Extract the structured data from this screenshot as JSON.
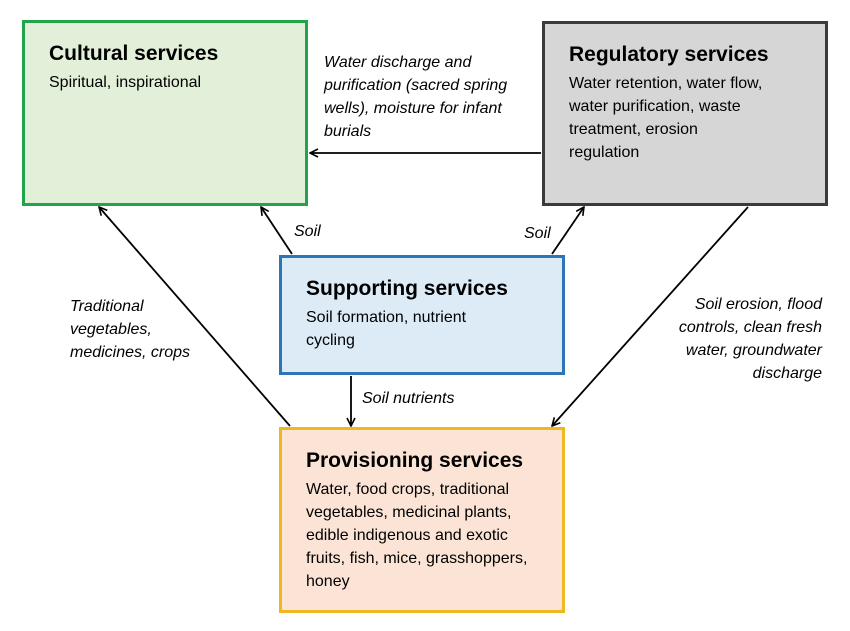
{
  "boxes": {
    "cultural": {
      "title": "Cultural services",
      "desc": "Spiritual, inspirational"
    },
    "regulatory": {
      "title": "Regulatory services",
      "desc": "Water retention, water flow, water purification, waste treatment, erosion regulation"
    },
    "supporting": {
      "title": "Supporting services",
      "desc": "Soil formation, nutrient cycling"
    },
    "provisioning": {
      "title": "Provisioning services",
      "desc": "Water, food crops, traditional vegetables, medicinal plants, edible indigenous and exotic fruits, fish, mice, grasshoppers, honey"
    }
  },
  "links": {
    "regulatory_to_cultural": "Water discharge and purification (sacred spring wells), moisture for infant burials",
    "supporting_to_cultural": "Soil",
    "supporting_to_regulatory": "Soil",
    "provisioning_to_cultural": "Traditional vegetables, medicines, crops",
    "regulatory_to_provisioning": "Soil erosion, flood controls, clean fresh water, groundwater discharge",
    "supporting_to_provisioning": "Soil nutrients"
  }
}
